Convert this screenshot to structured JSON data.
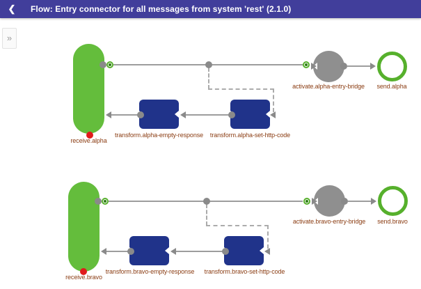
{
  "header": {
    "back_icon": "❮",
    "title": "Flow: Entry connector for all messages from system 'rest' (2.1.0)"
  },
  "sidebar": {
    "expand_icon": "»"
  },
  "colors": {
    "header_bg": "#413E9B",
    "component_green": "#64BD3C",
    "component_blue": "#20338A",
    "component_gray": "#8F8F8F",
    "send_ring_green": "#56B02C",
    "label_text": "#8A3C12",
    "error_red": "#E01B1B"
  },
  "flows": [
    {
      "id": "alpha",
      "receive_label": "receive.alpha",
      "transform_empty_label": "transform.alpha-empty-response",
      "transform_http_label": "transform.alpha-set-http-code",
      "activate_label": "activate.alpha-entry-bridge",
      "send_label": "send.alpha"
    },
    {
      "id": "bravo",
      "receive_label": "receive.bravo",
      "transform_empty_label": "transform.bravo-empty-response",
      "transform_http_label": "transform.bravo-set-http-code",
      "activate_label": "activate.bravo-entry-bridge",
      "send_label": "send.bravo"
    }
  ]
}
